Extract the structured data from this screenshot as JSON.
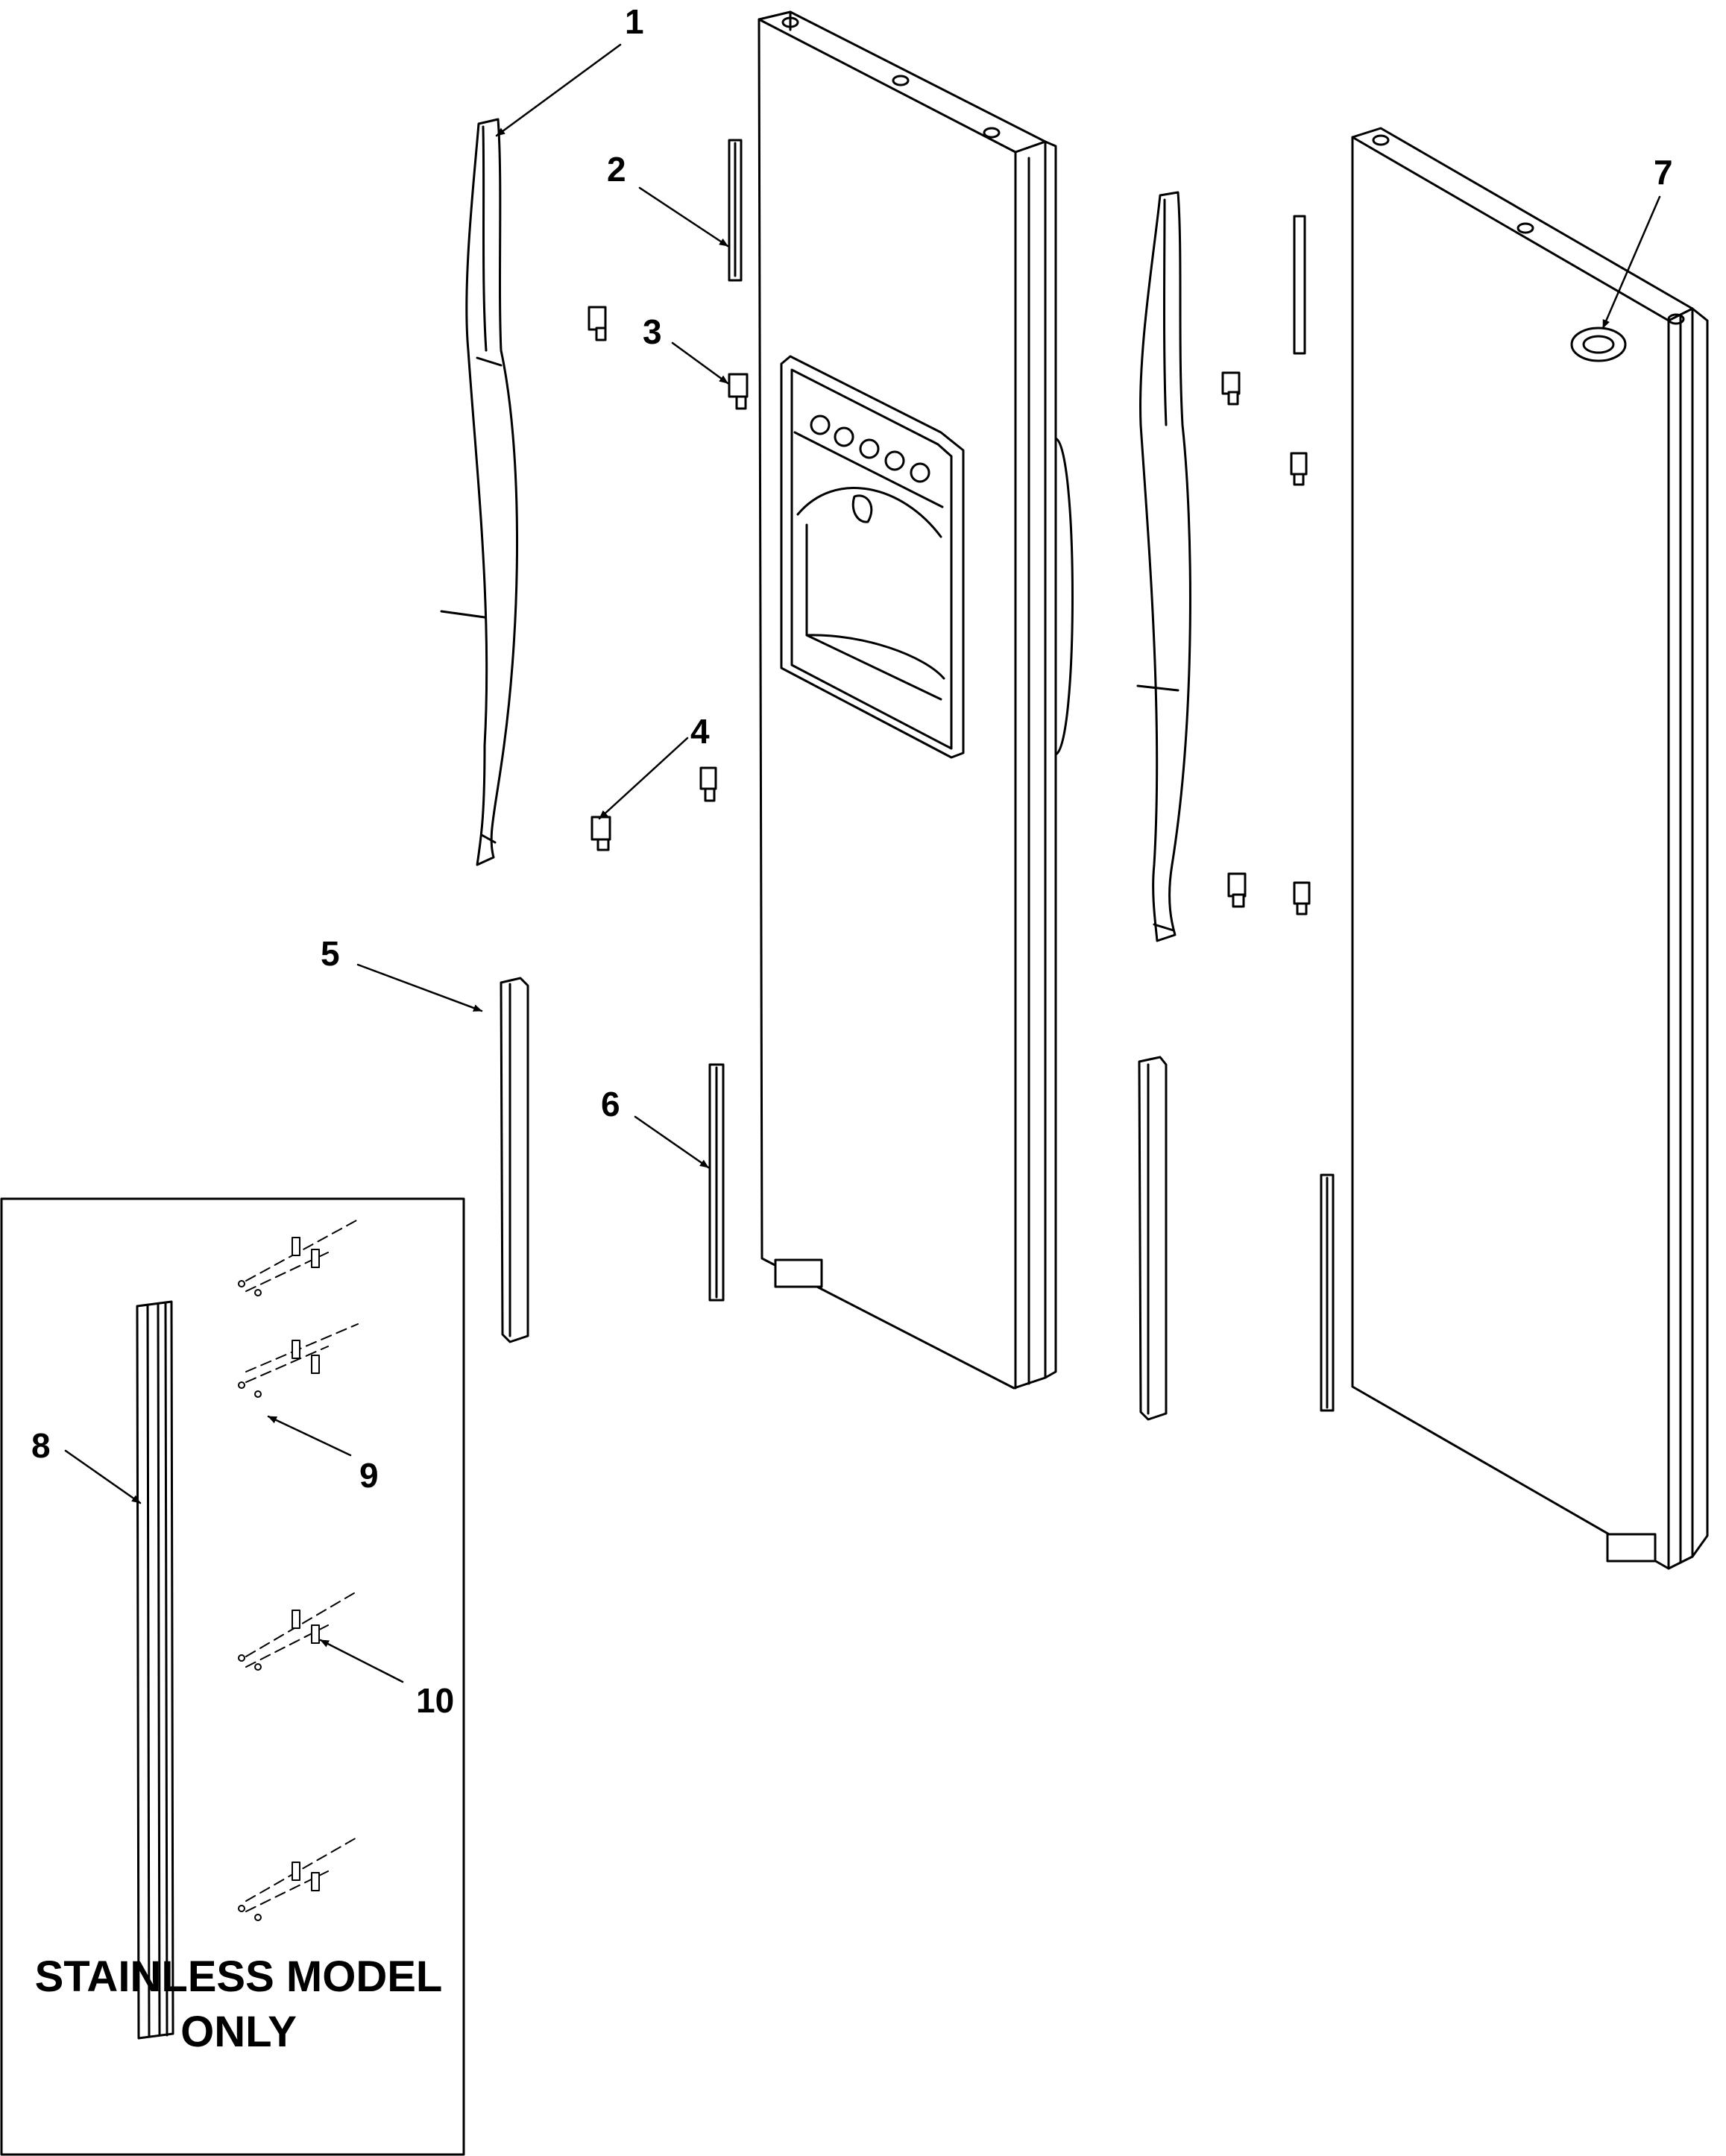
{
  "callouts": {
    "c1": "1",
    "c2": "2",
    "c3": "3",
    "c4": "4",
    "c5": "5",
    "c6": "6",
    "c7": "7",
    "c8": "8",
    "c9": "9",
    "c10": "10"
  },
  "inset": {
    "caption_line1": "STAINLESS MODEL",
    "caption_line2": "ONLY"
  },
  "colors": {
    "line": "#000000",
    "background": "#ffffff",
    "shade": "#e6e6e6"
  }
}
